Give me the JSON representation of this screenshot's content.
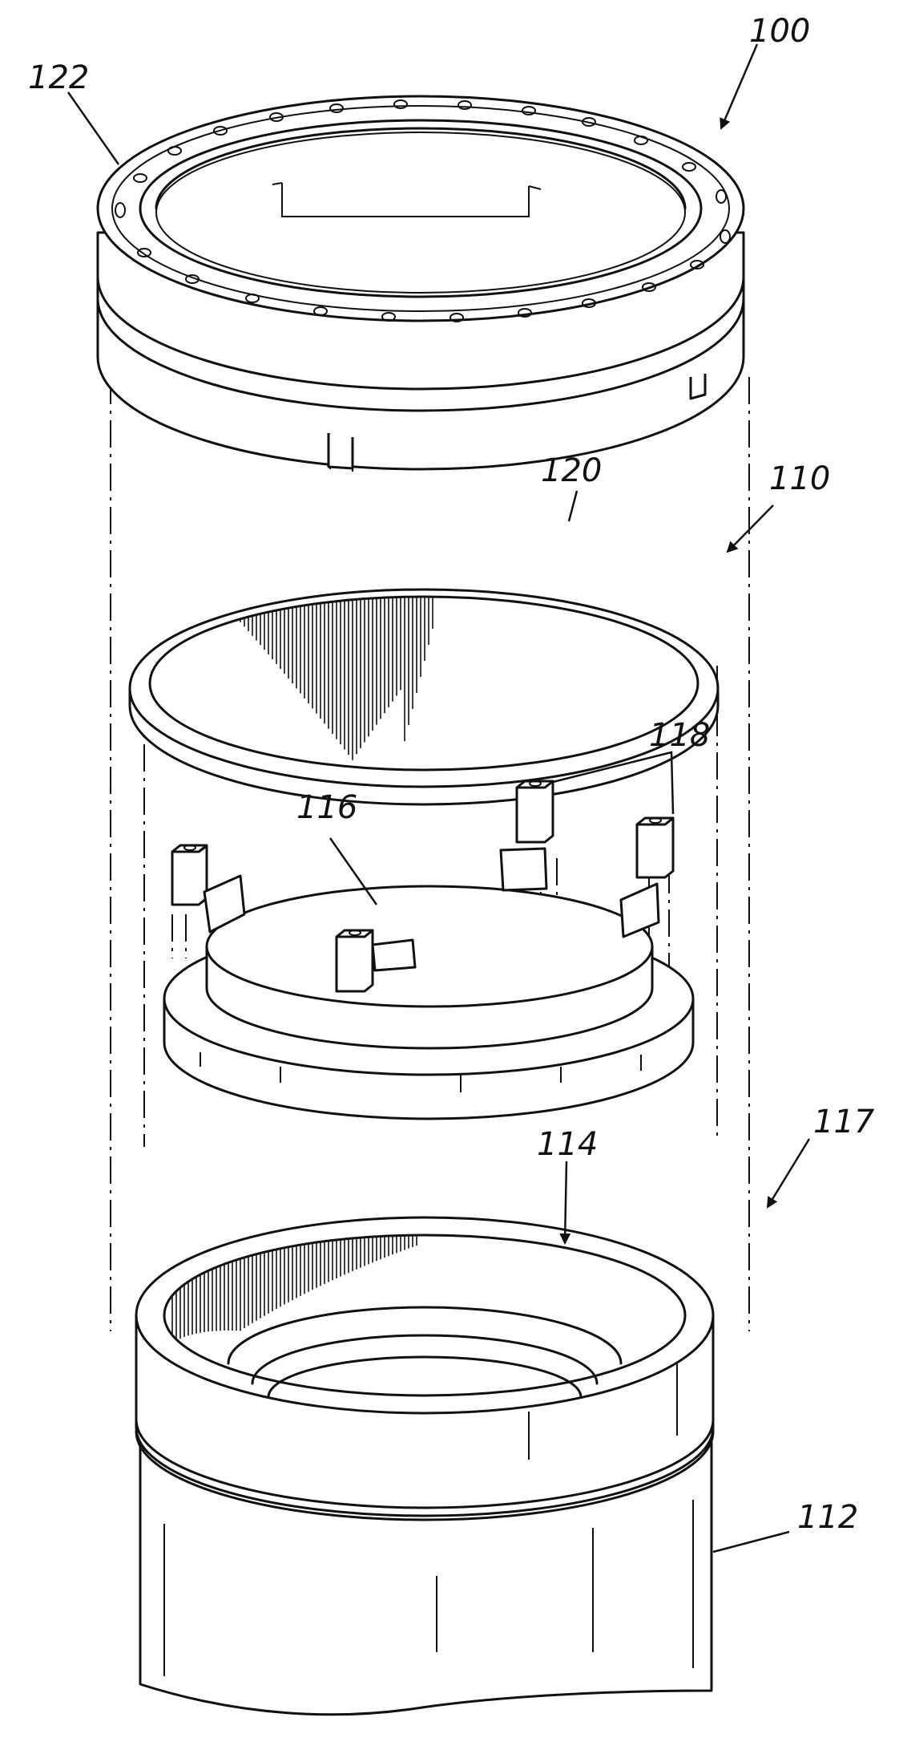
{
  "figure": {
    "labels": {
      "assembly": "100",
      "retaining_ring": "122",
      "disc_assembly": "110",
      "membrane": "120",
      "magnets": "118",
      "carrier_plate": "116",
      "recess": "114",
      "base_group": "117",
      "housing": "112"
    },
    "colors": {
      "ink": "#111111",
      "paper": "#ffffff"
    }
  }
}
